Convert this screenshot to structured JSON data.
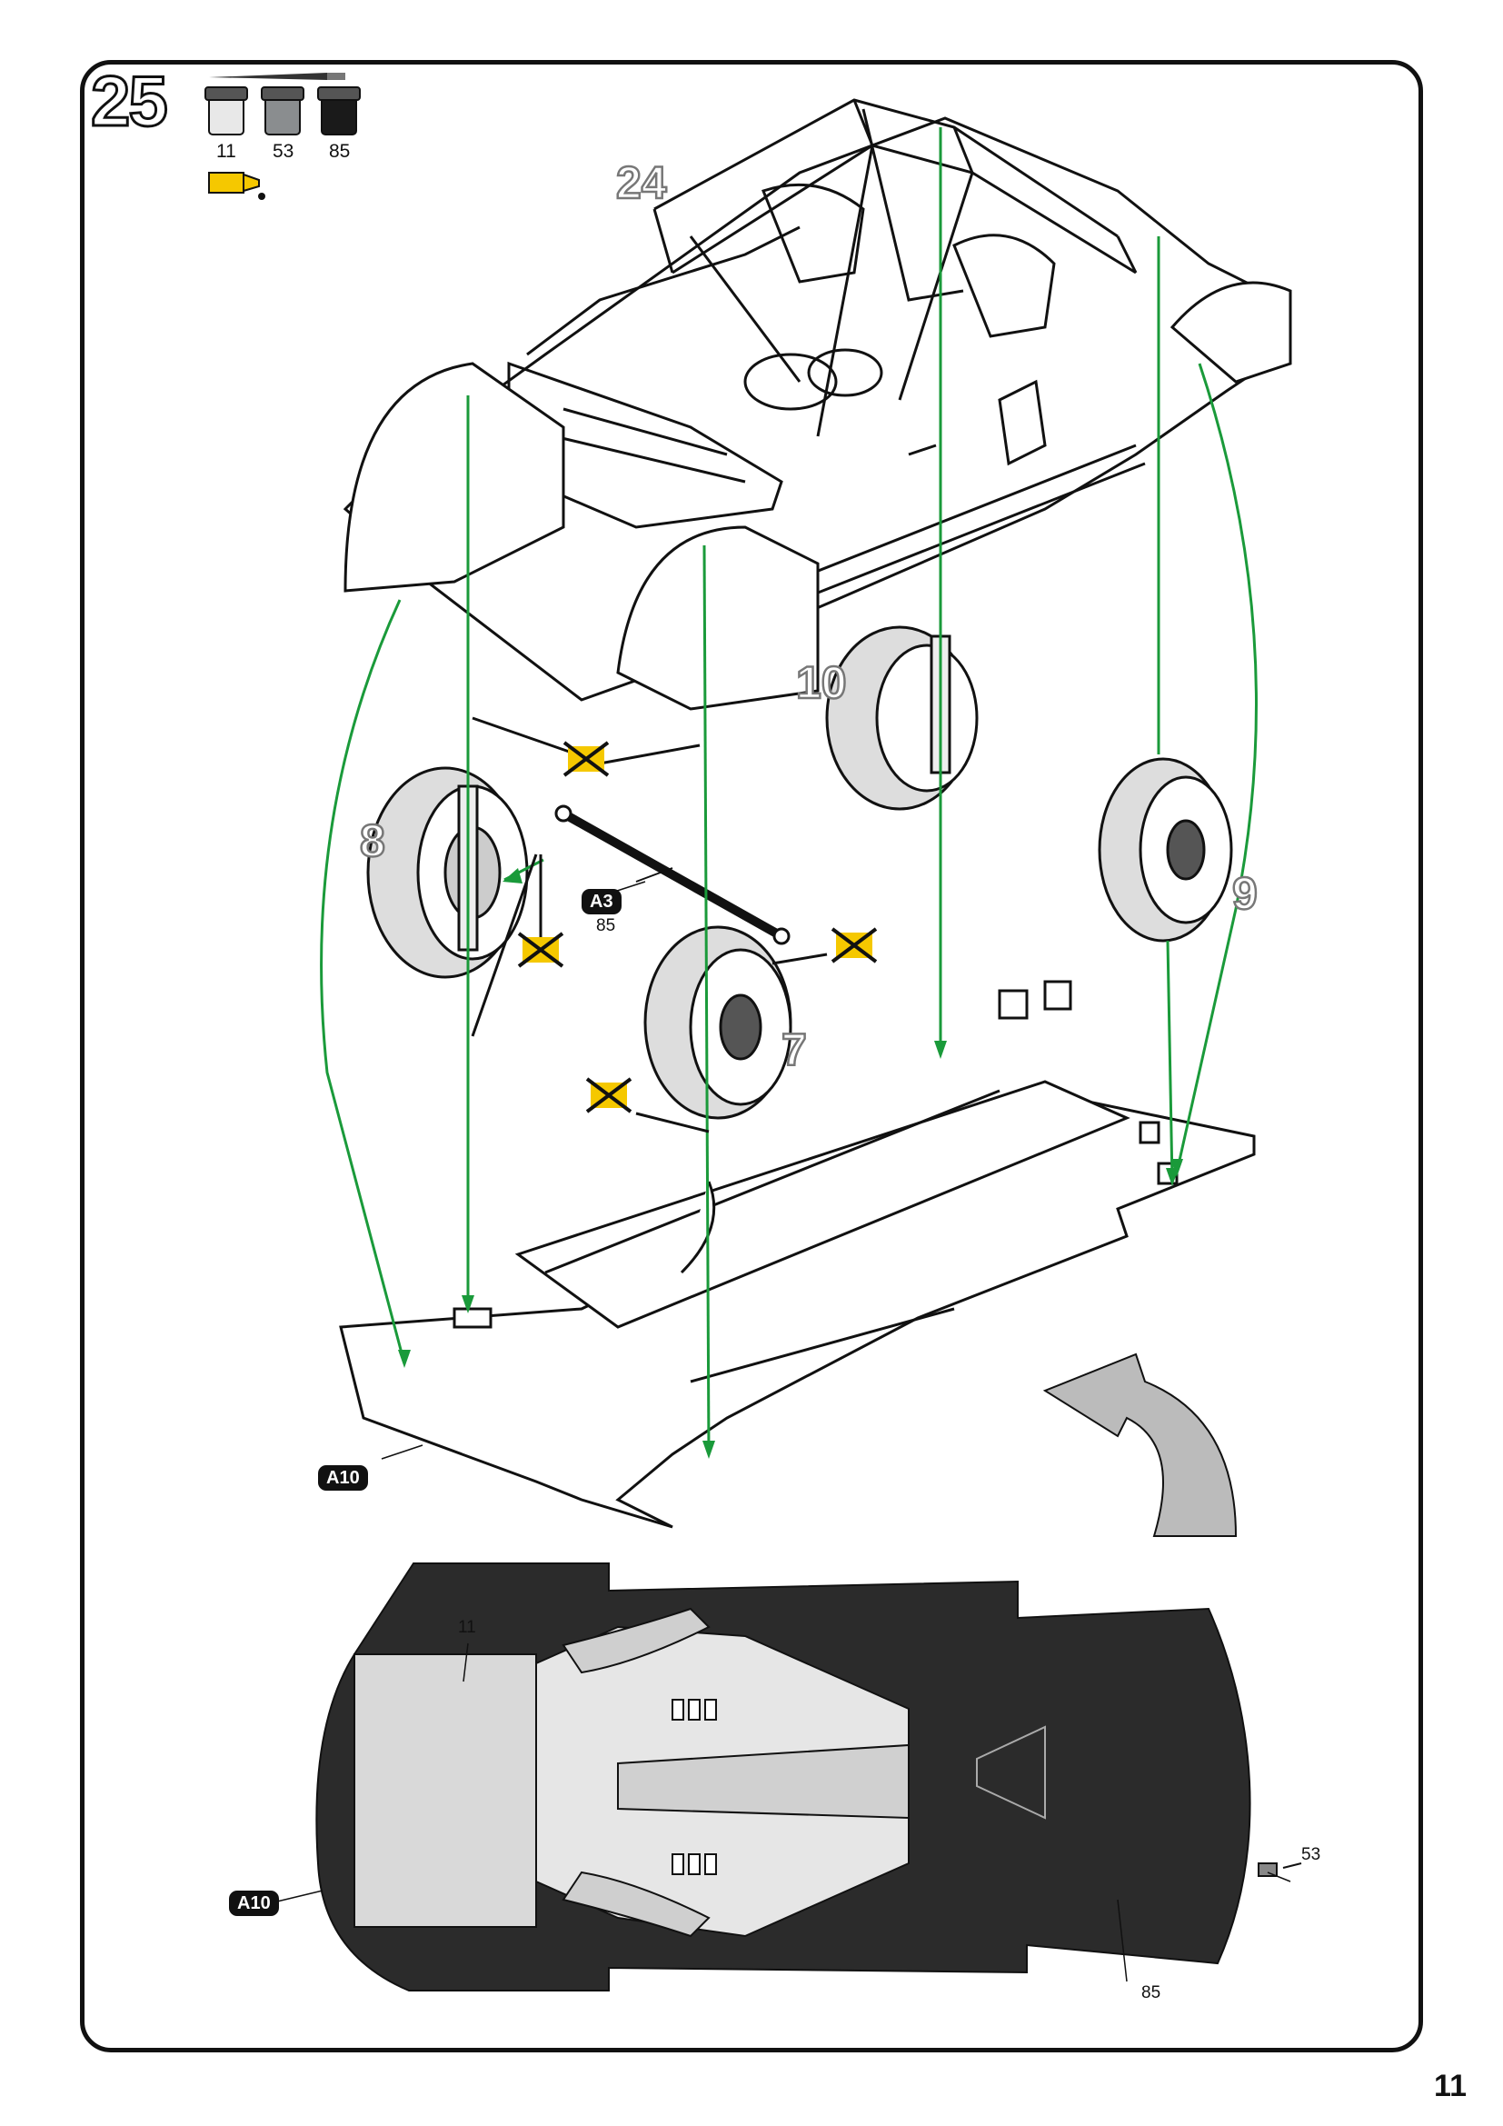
{
  "step": {
    "number": "25"
  },
  "paints": [
    {
      "code": "11",
      "color": "#e8e8e8"
    },
    {
      "code": "53",
      "color": "#8a8d8f"
    },
    {
      "code": "85",
      "color": "#1a1a1a"
    }
  ],
  "glue_color": "#f5c800",
  "assembly": {
    "body_number": "24",
    "wheel_numbers": [
      "8",
      "7",
      "10",
      "9"
    ],
    "part_a3": {
      "tag": "A3",
      "paint": "85"
    },
    "part_a10": {
      "tag": "A10"
    }
  },
  "underside": {
    "part_a10": {
      "tag": "A10"
    },
    "callouts": [
      "11",
      "53",
      "85"
    ]
  },
  "page": {
    "number": "11"
  },
  "colors": {
    "arrow_green": "#1a9a3a",
    "chassis_dark": "#2b2b2b"
  }
}
